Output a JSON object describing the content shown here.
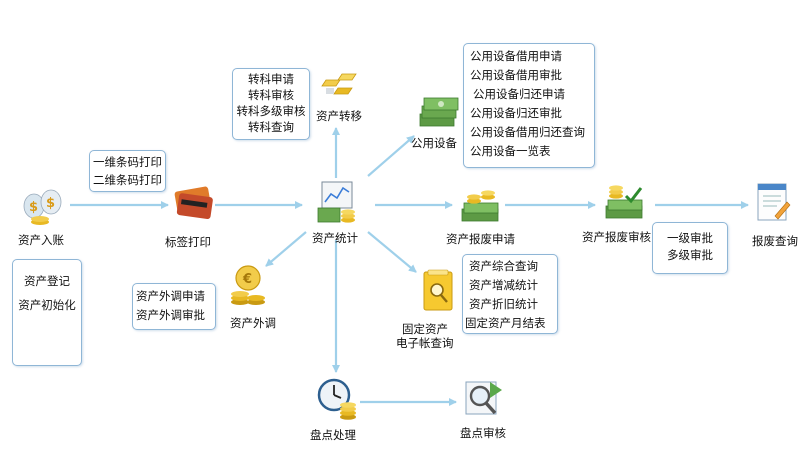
{
  "colors": {
    "arrow": "#9fd0ea",
    "box_border": "#8fb6d6",
    "gold": "#e8b923",
    "money": "#6aa84f"
  },
  "nodes": {
    "asset_in": {
      "label": "资产入账",
      "icon": "money-bags-icon"
    },
    "label_print": {
      "label": "标签打印",
      "icon": "card-icon"
    },
    "asset_stats": {
      "label": "资产统计",
      "icon": "chart-money-icon"
    },
    "asset_transfer": {
      "label": "资产转移",
      "icon": "gold-bars-icon"
    },
    "public_equipment": {
      "label": "公用设备",
      "icon": "cash-stack-icon"
    },
    "scrap_apply": {
      "label": "资产报废申请",
      "icon": "money-coins-icon"
    },
    "scrap_review": {
      "label": "资产报废审核",
      "icon": "money-check-icon"
    },
    "scrap_query": {
      "label": "报废查询",
      "icon": "document-icon"
    },
    "external_transfer": {
      "label": "资产外调",
      "icon": "coins-icon"
    },
    "fixed_ledger": {
      "label_line1": "固定资产",
      "label_line2": "电子帐查询",
      "icon": "ledger-search-icon"
    },
    "inventory": {
      "label": "盘点处理",
      "icon": "clock-coins-icon"
    },
    "inventory_review": {
      "label": "盘点审核",
      "icon": "magnifier-icon"
    }
  },
  "boxes": {
    "asset_in": [
      "资产登记",
      "资产初始化"
    ],
    "label_print": [
      "一维条码打印",
      "二维条码打印"
    ],
    "transfer": [
      "转科申请",
      "转科审核",
      "转科多级审核",
      "转科查询"
    ],
    "public_equipment": [
      "公用设备借用申请",
      "公用设备借用审批",
      "公用设备归还申请",
      "公用设备归还审批",
      "公用设备借用归还查询",
      "公用设备一览表"
    ],
    "scrap_review": [
      "一级审批",
      "多级审批"
    ],
    "external": [
      "资产外调申请",
      "资产外调审批"
    ],
    "ledger": [
      "资产综合查询",
      "资产增减统计",
      "资产折旧统计",
      "固定资产月结表"
    ]
  }
}
